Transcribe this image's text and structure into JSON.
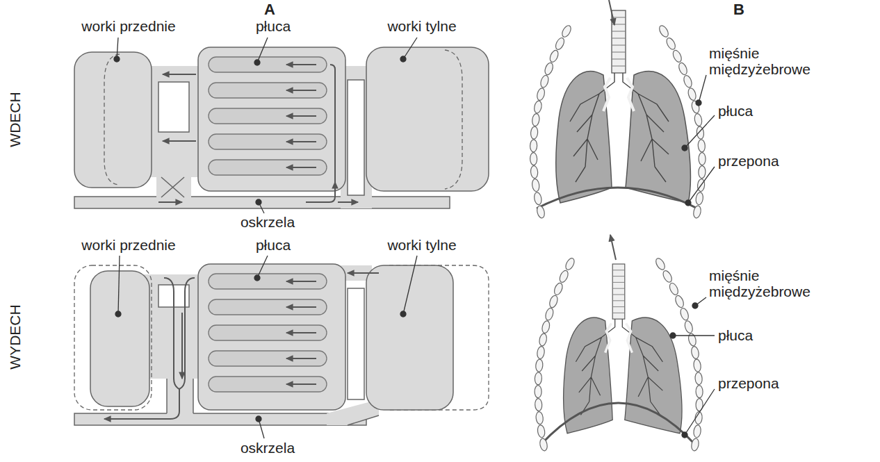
{
  "diagram": {
    "labels": [
      "A",
      "B",
      "WDECH",
      "worki przednie",
      "płuca",
      "worki tylne",
      "oskrzela",
      "mięśnie międzyżebrowe",
      "płuca",
      "przepona",
      "WYDECH",
      "worki przednie",
      "płuca",
      "worki tylne",
      "oskrzela",
      "mięśnie międzyżebrowe",
      "płuca",
      "przepona"
    ]
  }
}
